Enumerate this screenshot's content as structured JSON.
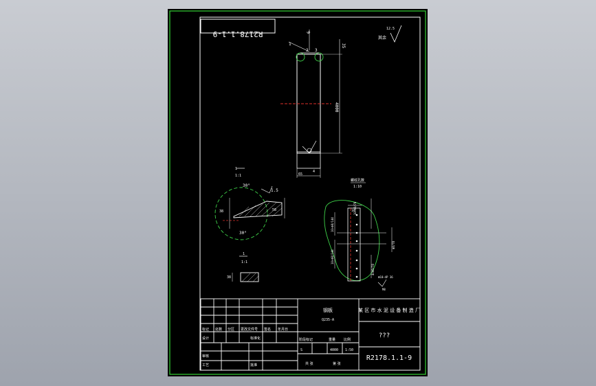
{
  "drawing": {
    "code_mirrored": "R2178.1.1-9",
    "code": "R2178.1.1-9",
    "company": "某 区 市 水 泥 设 备 制 造 厂",
    "part_name_placeholder": "???",
    "roughness_note": "其余",
    "roughness_value": "12.5",
    "dims": {
      "top_small": "6",
      "top_angle": "35",
      "length": "4000",
      "width_a": "65",
      "width_b": "4",
      "callout_1": "1",
      "callout_2": "2",
      "callout_3": "3"
    },
    "detail1": {
      "ratio_top": "1",
      "ratio_bot": "1:1",
      "angle_a": "30°",
      "angle_b": "30°",
      "chamfer": "1.5",
      "dim_left": "38",
      "dim_right": "58"
    },
    "detail2": {
      "ratio_top": "1",
      "ratio_bot": "1:1",
      "dim": "38"
    },
    "detail3": {
      "title": "螺纹孔数",
      "sub": "1:10",
      "labels": [
        "10×Φ8/144",
        "10×Φ8/144",
        "10×Φ8/78",
        "18",
        "Φ8/78",
        "4×Φ8/78",
        "Φ18—4P 36",
        "M8"
      ]
    }
  },
  "title_block": {
    "material": "钢板",
    "material_std": "Q235-A",
    "header_cells": [
      "标记",
      "处数",
      "分区",
      "更改文件号",
      "签名",
      "年月日"
    ],
    "row2": [
      "设计",
      "",
      "标准化"
    ],
    "mid_labels": [
      "阶段标记",
      "重量",
      "比例"
    ],
    "mid_values": [
      "S",
      "4000",
      "1:50"
    ],
    "row3": [
      "审核"
    ],
    "row4": [
      "工艺",
      "批准"
    ],
    "sheet_labels": [
      "共 张",
      "第 张"
    ]
  }
}
